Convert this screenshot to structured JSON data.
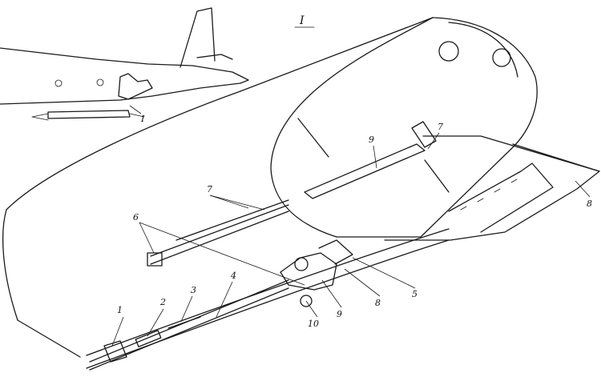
{
  "view_label": "I",
  "inset": {
    "view_marker": "I"
  },
  "callouts": [
    {
      "id": "c1",
      "text": "1"
    },
    {
      "id": "c2",
      "text": "2"
    },
    {
      "id": "c3",
      "text": "3"
    },
    {
      "id": "c4",
      "text": "4"
    },
    {
      "id": "c5",
      "text": "5"
    },
    {
      "id": "c6",
      "text": "6"
    },
    {
      "id": "c7a",
      "text": "7"
    },
    {
      "id": "c7b",
      "text": "7"
    },
    {
      "id": "c8a",
      "text": "8"
    },
    {
      "id": "c8b",
      "text": "8"
    },
    {
      "id": "c9a",
      "text": "9"
    },
    {
      "id": "c9b",
      "text": "9"
    },
    {
      "id": "c10",
      "text": "10"
    }
  ]
}
